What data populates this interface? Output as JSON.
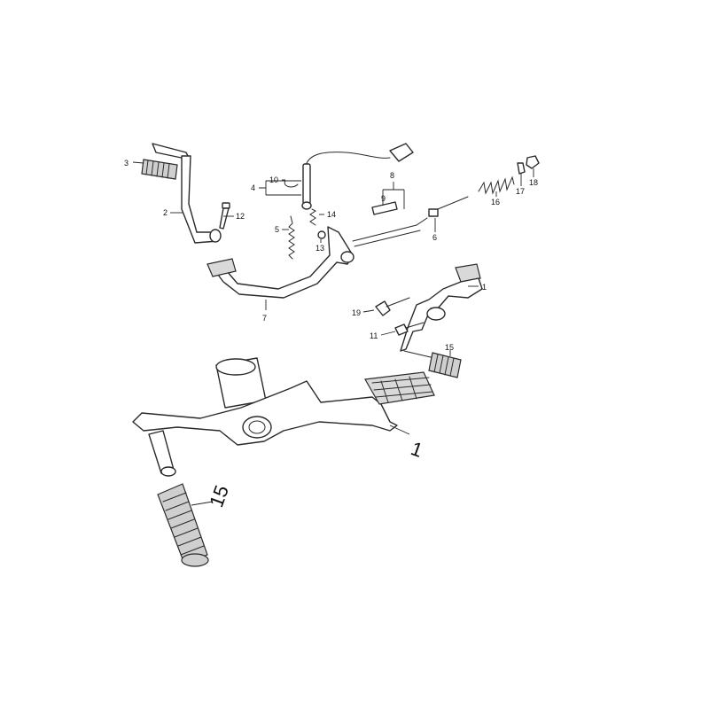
{
  "diagram": {
    "labels": {
      "p1": "1",
      "p2": "2",
      "p3": "3",
      "p4": "4",
      "p5": "5",
      "p6": "6",
      "p7": "7",
      "p8": "8",
      "p9": "9",
      "p10": "10",
      "p11": "11",
      "p12": "12",
      "p13": "13",
      "p14": "14",
      "p15": "15",
      "p16": "16",
      "p17": "17",
      "p18": "18",
      "p19": "19"
    },
    "detail_labels": {
      "d1": "1",
      "d15": "15"
    }
  }
}
